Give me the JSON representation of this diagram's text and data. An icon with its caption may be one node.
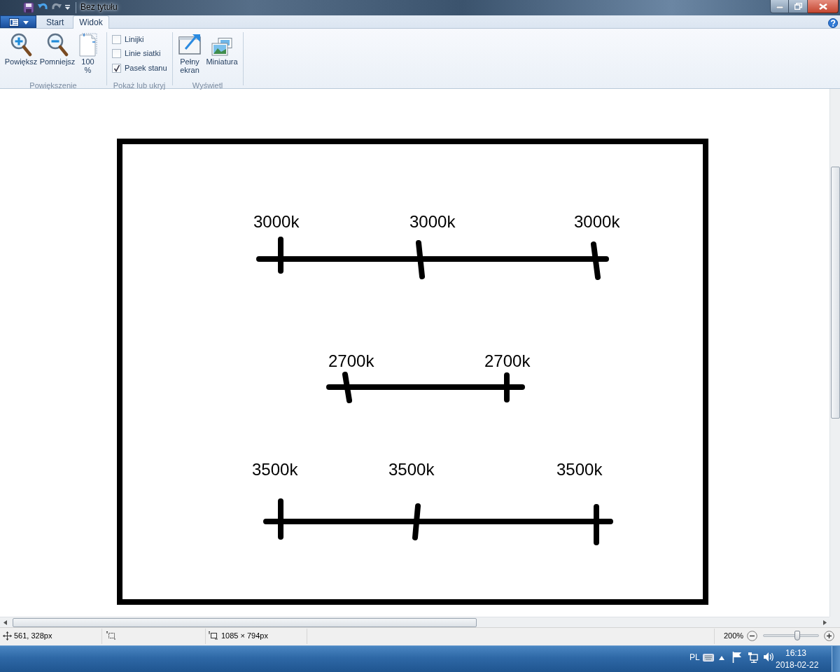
{
  "diagram": {
    "labels": [
      "Bez tytułu",
      "Start",
      "Widok",
      "Powiększ",
      "Pomniejsz",
      "100 %",
      "Linijki",
      "Linie siatki",
      "Pasek stanu",
      "Pełny ekran",
      "Miniatura",
      "Powiększenie",
      "Pokaż lub ukryj",
      "Wyświetl",
      "3000k",
      "3000k",
      "3000k",
      "2700k",
      "2700k",
      "3500k",
      "3500k",
      "3500k",
      "561, 328px",
      "1085 × 794px",
      "200%",
      "PL",
      "16:13",
      "2018-02-22"
    ]
  }
}
